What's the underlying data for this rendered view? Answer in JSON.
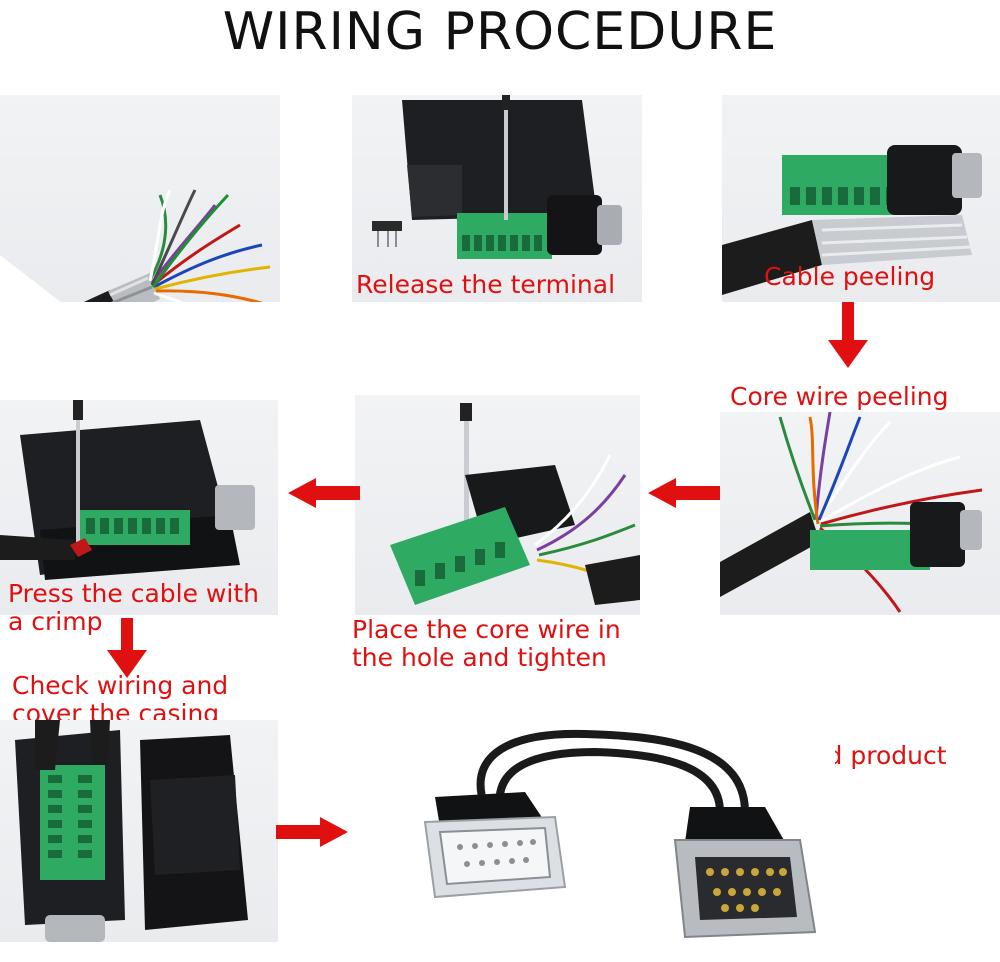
{
  "title": "WIRING PROCEDURE",
  "colors": {
    "caption": "#e01010",
    "arrow": "#e01010",
    "title": "#111111"
  },
  "steps": [
    {
      "caption": ""
    },
    {
      "caption": "Release the terminal"
    },
    {
      "caption": "Cable peeling"
    },
    {
      "caption": "Core wire peeling"
    },
    {
      "caption": "Place the core wire in\nthe hole and tighten"
    },
    {
      "caption": "Press the cable with\na crimp"
    },
    {
      "caption": "Check wiring and\ncover the casing"
    },
    {
      "caption": "Finished product"
    }
  ]
}
